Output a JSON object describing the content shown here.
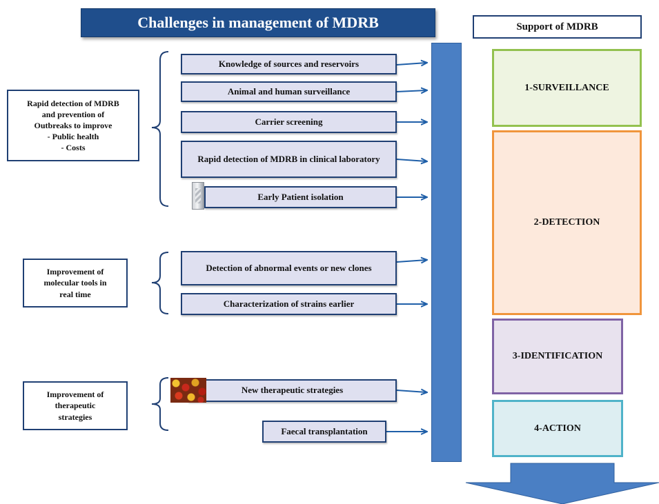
{
  "header": {
    "title": "Challenges in management of MDRB",
    "support_title": "Support of MDRB"
  },
  "groups": [
    {
      "label": "Rapid detection of MDRB\nand prevention of\nOutbreaks to improve\n-   Public health\n-   Costs"
    },
    {
      "label": "Improvement of\nmolecular tools in\nreal time"
    },
    {
      "label": "Improvement of\ntherapeutic\nstrategies"
    }
  ],
  "challenges": [
    "Knowledge of sources and reservoirs",
    "Animal and human surveillance",
    "Carrier screening",
    "Rapid detection of MDRB in clinical laboratory",
    "Early Patient isolation",
    "Detection of abnormal events or new clones",
    "Characterization of strains earlier",
    "New therapeutic strategies",
    "Faecal transplantation"
  ],
  "stages": [
    {
      "label": "1-SURVEILLANCE",
      "border": "#93c14f",
      "fill": "#eef4e1"
    },
    {
      "label": "2-DETECTION",
      "border": "#f0953c",
      "fill": "#fde9dc"
    },
    {
      "label": "3-IDENTIFICATION",
      "border": "#7f63a5",
      "fill": "#e8e2ee"
    },
    {
      "label": "4-ACTION",
      "border": "#4fb3c9",
      "fill": "#ddeef2"
    }
  ],
  "colors": {
    "banner": "#1f4e8c",
    "bar": "#4a7fc4",
    "arrow": "#1f5fa8",
    "down_arrow": "#4a7fc4"
  },
  "icons": {
    "isolation_picture": "vial-icon",
    "therapeutic_picture": "pills-icon"
  }
}
